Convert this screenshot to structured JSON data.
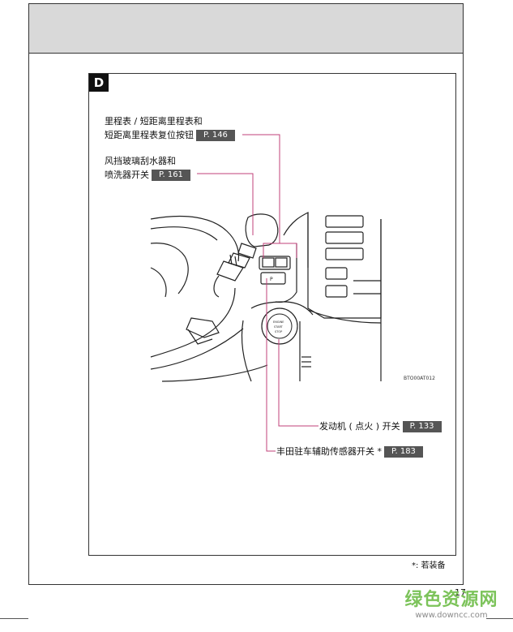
{
  "section": {
    "badge": "D"
  },
  "labels": {
    "odometer_line1": "里程表 / 短距离里程表和",
    "odometer_line2": "短距离里程表复位按钮",
    "odometer_ref": "P. 146",
    "wiper_line1": "风挡玻璃刮水器和",
    "wiper_line2": "喷洗器开关",
    "wiper_ref": "P. 161",
    "engine": "发动机 ( 点火 ) 开关",
    "engine_ref": "P. 133",
    "parking": "丰田驻车辅助传感器开关",
    "parking_star": "*",
    "parking_ref": "P. 183"
  },
  "figure": {
    "code": "BTO00AT012",
    "button_texts": {
      "engine_button_1": "ENGINE",
      "engine_button_2": "START",
      "engine_button_3": "STOP",
      "parking_button": "P"
    }
  },
  "footnote": {
    "text": "*: 若装备"
  },
  "page": {
    "number": "17"
  },
  "watermark": {
    "main": "绿色资源网",
    "url": "www.downcc.com"
  },
  "colors": {
    "leader_line": "#c0407a",
    "ref_box": "#555555",
    "header_band": "#d9d9d9",
    "watermark": "#7cc35a"
  }
}
